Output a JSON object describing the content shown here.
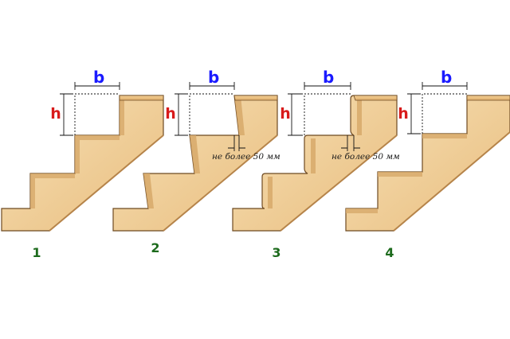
{
  "labels": {
    "tread": "b",
    "riser": "h",
    "overhang_note": "не более 50 мм"
  },
  "variants": [
    {
      "number": "1",
      "riser": "vertical",
      "overhang": false
    },
    {
      "number": "2",
      "riser": "inclined",
      "overhang": true
    },
    {
      "number": "3",
      "riser": "vertical-with-nosing",
      "overhang": true
    },
    {
      "number": "4",
      "riser": "open",
      "overhang": false
    }
  ],
  "colors": {
    "wood_light": "#f5d9a8",
    "wood_mid": "#ebc183",
    "wood_dark": "#c9995c",
    "outline": "#6e4a22",
    "tread_dim": "#1a1aff",
    "riser_dim": "#d81b1b",
    "number": "#1d6b1d"
  }
}
